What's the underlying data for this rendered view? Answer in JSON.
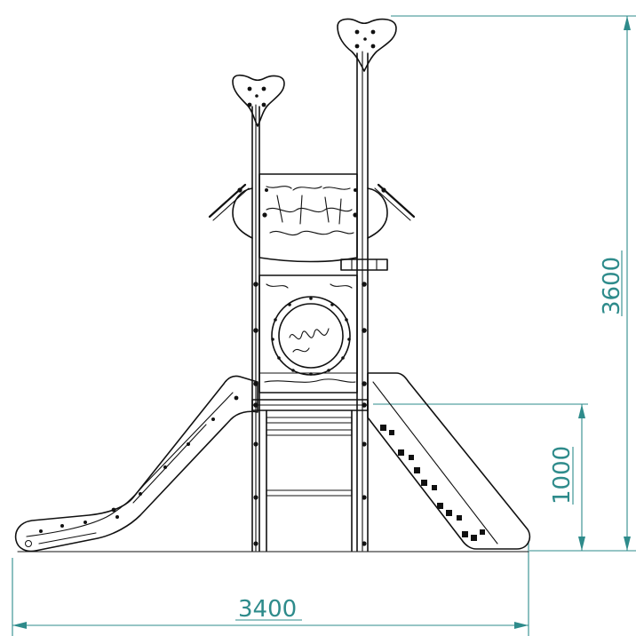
{
  "dimensions": {
    "width_label": "3400",
    "height_label": "3600",
    "platform_height_label": "1000"
  },
  "colors": {
    "outline": "#111111",
    "dimension": "#2e8b8b",
    "background": "#ffffff"
  }
}
